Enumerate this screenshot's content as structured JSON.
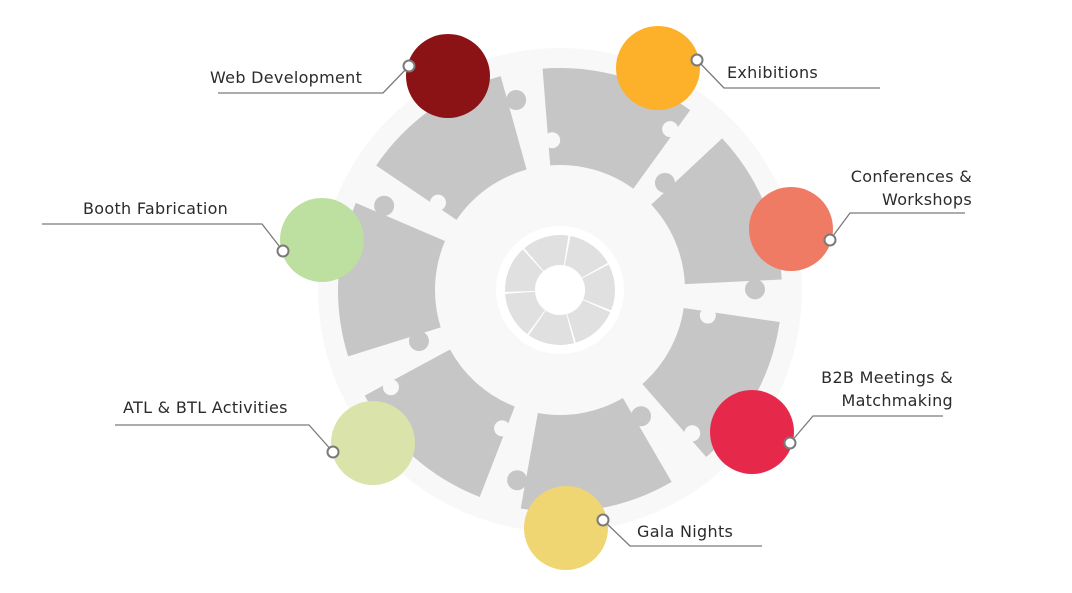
{
  "items": [
    {
      "label": "Web Development",
      "color": "#8b1316"
    },
    {
      "label": "Exhibitions",
      "color": "#fdb02a"
    },
    {
      "label": "Conferences &",
      "label2": "Workshops",
      "color": "#ef7b64"
    },
    {
      "label": "Booth Fabrication",
      "color": "#bddfa0"
    },
    {
      "label": "B2B Meetings &",
      "label2": "Matchmaking",
      "color": "#e6294b"
    },
    {
      "label": "ATL & BTL Activities",
      "color": "#dae3a9"
    },
    {
      "label": "Gala Nights",
      "color": "#efd673"
    }
  ],
  "colors": {
    "piece": "#c6c6c6",
    "backdrop": "#f8f8f8",
    "inner_piece": "#e0e0e0",
    "line": "#7a7a7a"
  }
}
